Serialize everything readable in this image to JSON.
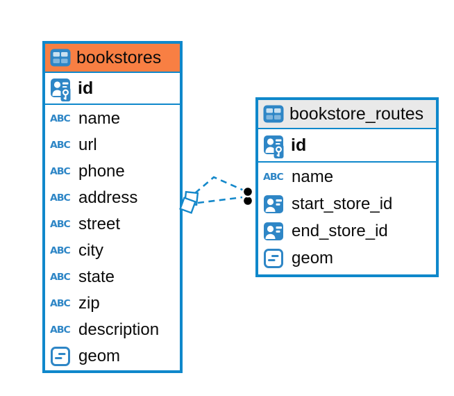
{
  "app": {
    "view": "er-diagram-canvas"
  },
  "colors": {
    "table_border": "#0F88CB",
    "header_orange": "#F87F43",
    "header_gray": "#E9E9E9",
    "icon_blue": "#2E86C6",
    "relation_blue": "#1488CA",
    "text_color": "#0B0B0B",
    "relation_dot": "#000000"
  },
  "icons": {
    "text_glyph": "ABC"
  },
  "tables": [
    {
      "name": "bookstores",
      "title": "bookstores",
      "header_style": "orange",
      "icon": "table-icon",
      "primary_key": {
        "name": "id",
        "icon": "primary-key-icon"
      },
      "columns": [
        {
          "name": "name",
          "icon": "text-type-icon"
        },
        {
          "name": "url",
          "icon": "text-type-icon"
        },
        {
          "name": "phone",
          "icon": "text-type-icon"
        },
        {
          "name": "address",
          "icon": "text-type-icon"
        },
        {
          "name": "street",
          "icon": "text-type-icon"
        },
        {
          "name": "city",
          "icon": "text-type-icon"
        },
        {
          "name": "state",
          "icon": "text-type-icon"
        },
        {
          "name": "zip",
          "icon": "text-type-icon"
        },
        {
          "name": "description",
          "icon": "text-type-icon"
        },
        {
          "name": "geom",
          "icon": "geometry-type-icon"
        }
      ]
    },
    {
      "name": "bookstore_routes",
      "title": "bookstore_routes",
      "header_style": "gray",
      "icon": "table-icon",
      "primary_key": {
        "name": "id",
        "icon": "primary-key-icon"
      },
      "columns": [
        {
          "name": "name",
          "icon": "text-type-icon"
        },
        {
          "name": "start_store_id",
          "icon": "foreign-key-icon"
        },
        {
          "name": "end_store_id",
          "icon": "foreign-key-icon"
        },
        {
          "name": "geom",
          "icon": "geometry-type-icon"
        }
      ]
    }
  ],
  "relations": [
    {
      "from_table": "bookstore_routes",
      "from_column": "start_store_id",
      "to_table": "bookstores",
      "to_column": "id",
      "style": "dashed"
    },
    {
      "from_table": "bookstore_routes",
      "from_column": "end_store_id",
      "to_table": "bookstores",
      "to_column": "id",
      "style": "dashed"
    }
  ]
}
